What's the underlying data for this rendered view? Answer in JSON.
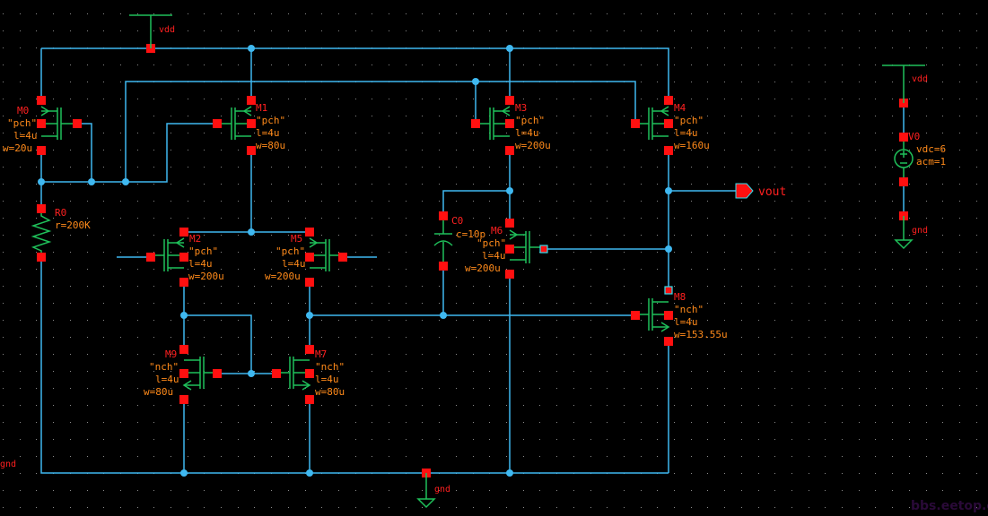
{
  "title": "CMOS two-stage op-amp schematic",
  "colors": {
    "background": "#000000",
    "wire": "#3fb8f0",
    "symbol": "#1fc05a",
    "pin": "#ff1010",
    "instance_name": "#ff2020",
    "param": "#ff8a1a"
  },
  "nets": {
    "vdd_top": "vdd",
    "vdd_src": "vdd",
    "gnd_left": "gnd",
    "gnd_bottom": "gnd",
    "gnd_src": "gnd",
    "vout": "vout"
  },
  "devices": {
    "M0": {
      "name": "M0",
      "model": "\"pch\"",
      "l": "l=4u",
      "w": "w=20u"
    },
    "M1": {
      "name": "M1",
      "model": "\"pch\"",
      "l": "l=4u",
      "w": "w=80u"
    },
    "M2": {
      "name": "M2",
      "model": "\"pch\"",
      "l": "l=4u",
      "w": "w=200u"
    },
    "M3": {
      "name": "M3",
      "model": "\"pch\"",
      "l": "l=4u",
      "w": "w=200u"
    },
    "M4": {
      "name": "M4",
      "model": "\"pch\"",
      "l": "l=4u",
      "w": "w=160u"
    },
    "M5": {
      "name": "M5",
      "model": "\"pch\"",
      "l": "l=4u",
      "w": "w=200u"
    },
    "M6": {
      "name": "M6",
      "model": "\"pch\"",
      "l": "l=4u",
      "w": "w=200u"
    },
    "M7": {
      "name": "M7",
      "model": "\"nch\"",
      "l": "l=4u",
      "w": "w=80u"
    },
    "M8": {
      "name": "M8",
      "model": "\"nch\"",
      "l": "l=4u",
      "w": "w=153.55u"
    },
    "M9": {
      "name": "M9",
      "model": "\"nch\"",
      "l": "l=4u",
      "w": "w=80u"
    },
    "R0": {
      "name": "R0",
      "value": "r=200K"
    },
    "C0": {
      "name": "C0",
      "value": "c=10p"
    },
    "V0": {
      "name": "V0",
      "vdc": "vdc=6",
      "acm": "acm=1"
    }
  },
  "watermark": "bbs.eetop.cn"
}
